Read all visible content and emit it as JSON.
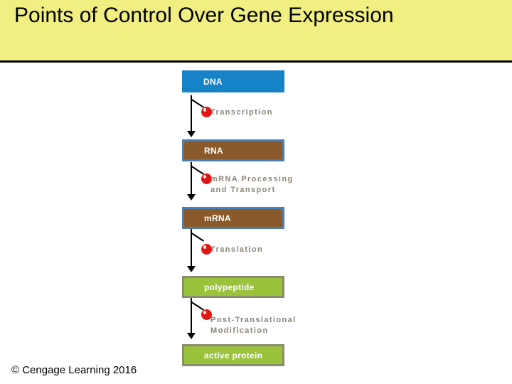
{
  "slide": {
    "title": "Points of Control Over Gene Expression",
    "banner_color": "#f1ef82",
    "footer_credit": "© Cengage Learning 2016"
  },
  "diagram": {
    "type": "flow-chart",
    "orientation": "vertical",
    "boxes": [
      {
        "id": "dna",
        "label": "DNA",
        "fill": "#1683c8",
        "border": "#1683c8",
        "text_color": "#ffffff"
      },
      {
        "id": "rna",
        "label": "RNA",
        "fill": "#8a5a2b",
        "border": "#4a7fb5",
        "text_color": "#ffffff"
      },
      {
        "id": "mrna",
        "label": "mRNA",
        "fill": "#8a5a2b",
        "border": "#4a7fb5",
        "text_color": "#ffffff"
      },
      {
        "id": "polypeptide",
        "label": "polypeptide",
        "fill": "#9ac23b",
        "border": "#8b8b6e",
        "text_color": "#ffffff"
      },
      {
        "id": "protein",
        "label": "active protein",
        "fill": "#9ac23b",
        "border": "#8b8b6e",
        "text_color": "#ffffff"
      }
    ],
    "steps": [
      {
        "id": "transcription",
        "label": "Transcription",
        "dot_color": "#e21414"
      },
      {
        "id": "mrna-processing",
        "label": "mRNA Processing\nand Transport",
        "dot_color": "#e21414"
      },
      {
        "id": "translation",
        "label": "Translation",
        "dot_color": "#e21414"
      },
      {
        "id": "post-translational",
        "label": "Post-Translational\nModification",
        "dot_color": "#e21414"
      }
    ]
  }
}
